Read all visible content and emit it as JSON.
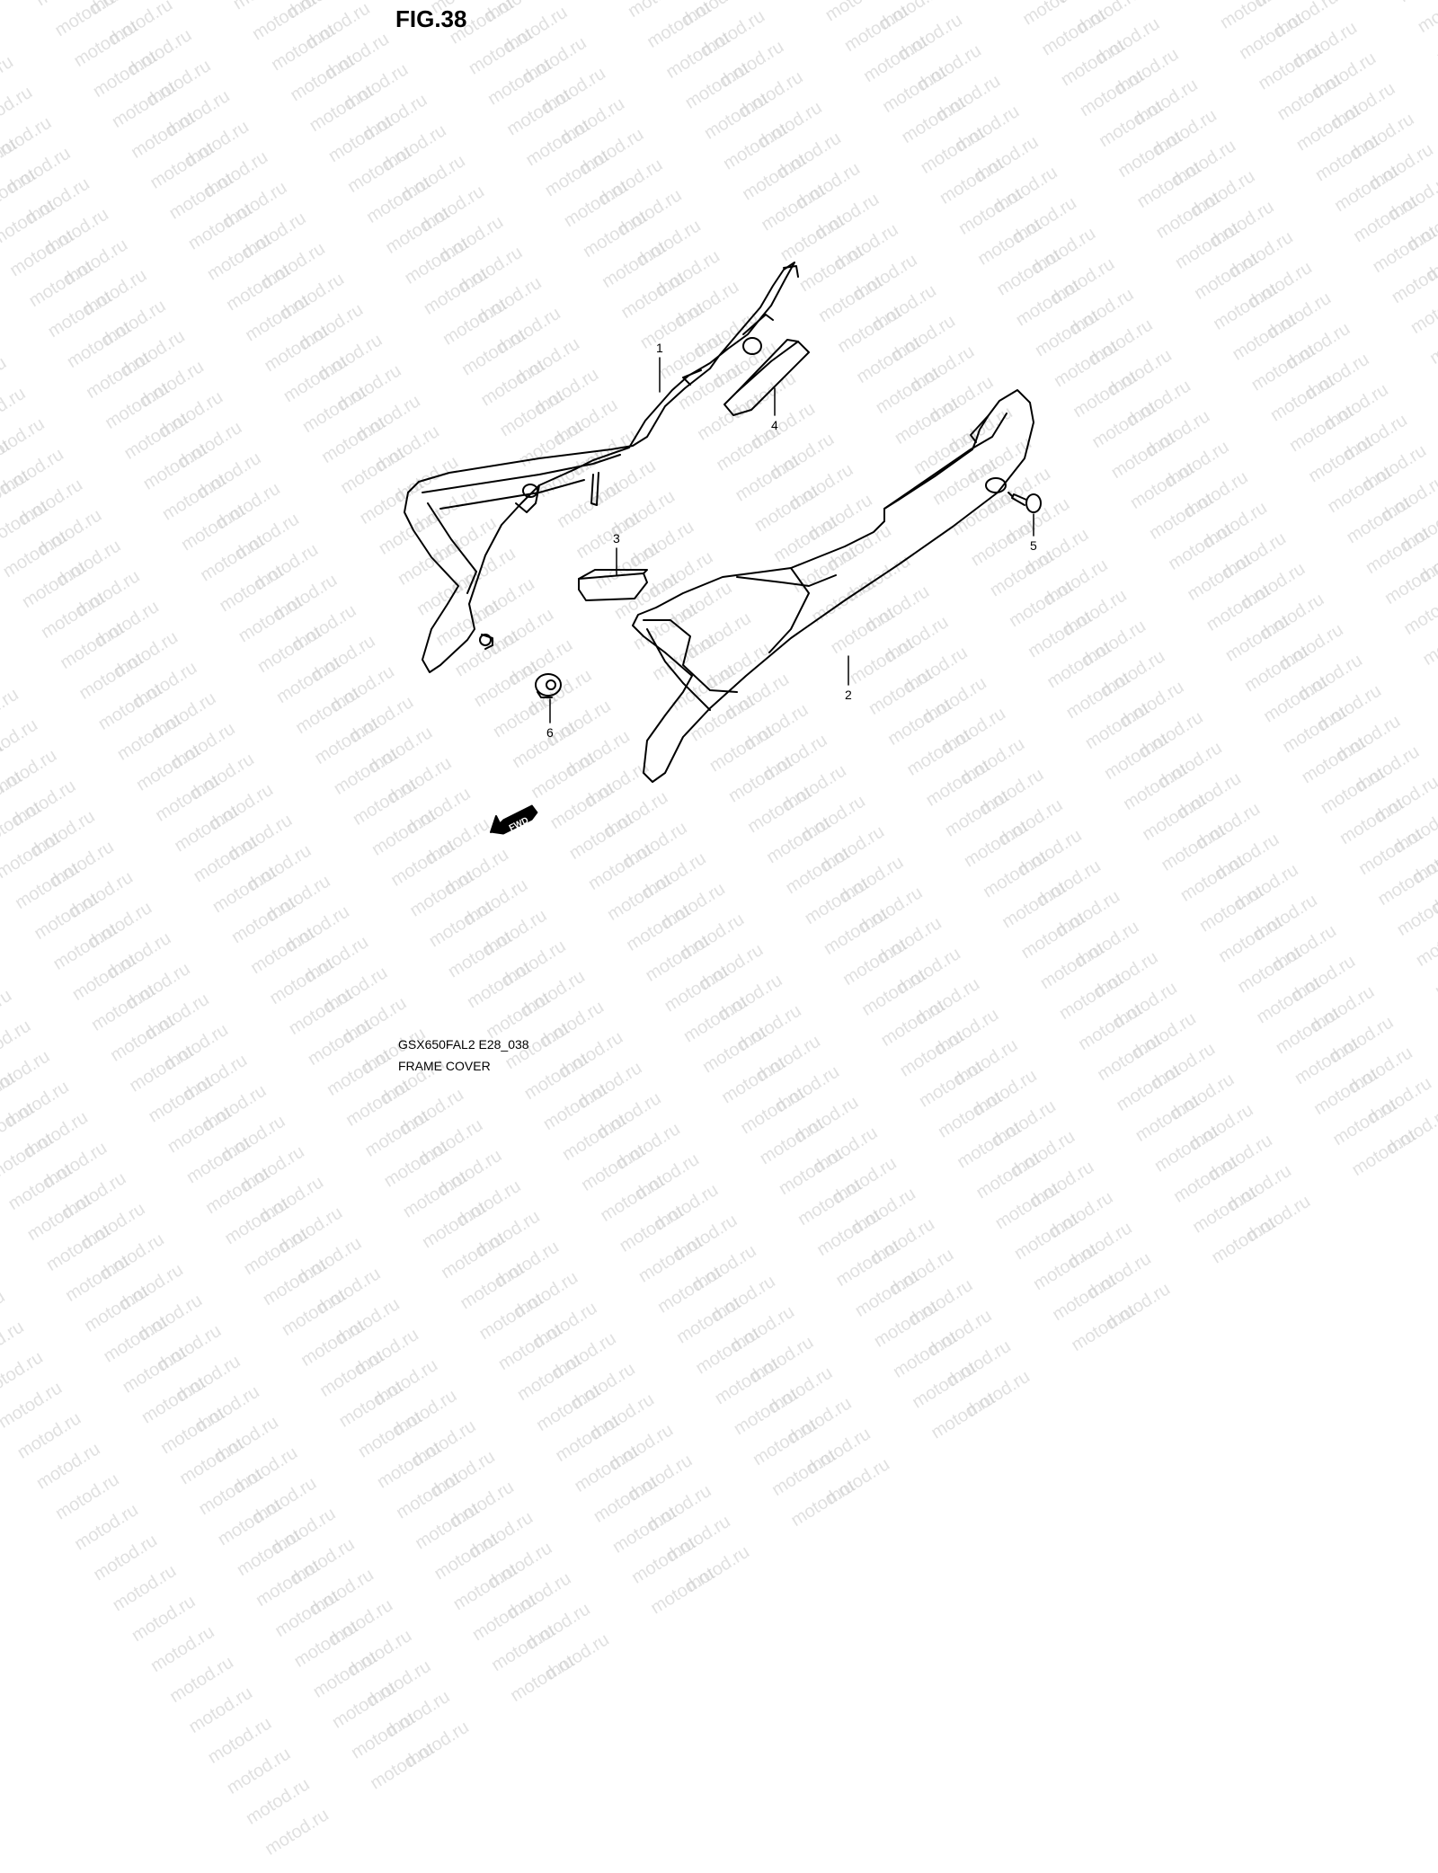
{
  "figure": {
    "title": "FIG.38",
    "model_code": "GSX650FAL2 E28_038",
    "section_name": "FRAME COVER",
    "direction_marker": "FWD",
    "watermark": "motod.ru"
  },
  "callouts": [
    "1",
    "2",
    "3",
    "4",
    "5",
    "6"
  ]
}
